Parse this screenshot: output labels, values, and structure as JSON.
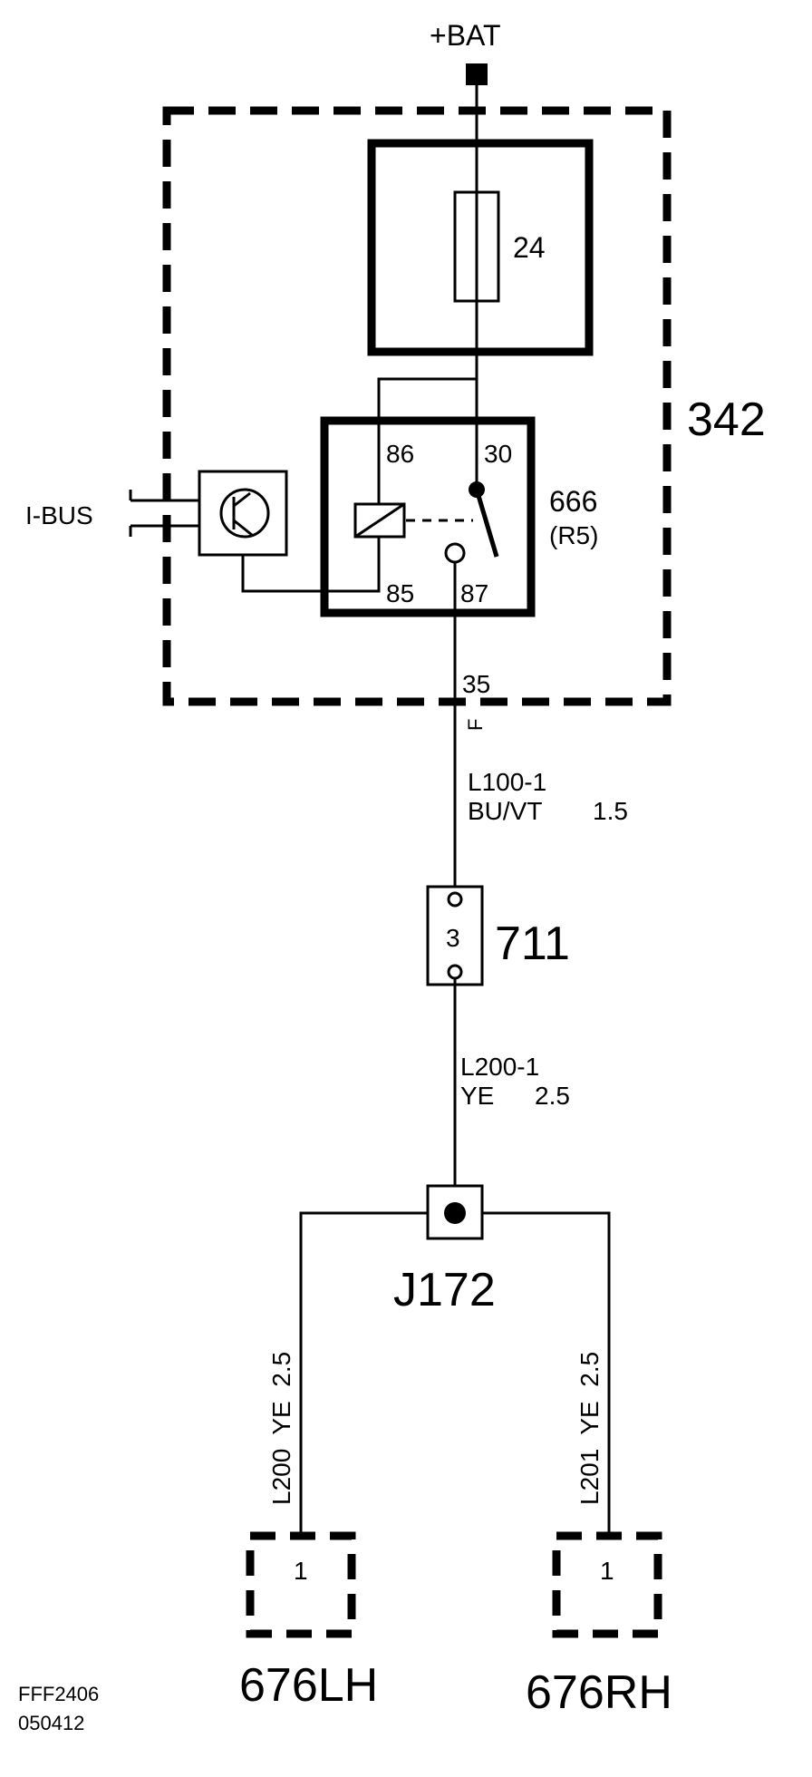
{
  "labels": {
    "bat": "+BAT",
    "fuse": "24",
    "module": "342",
    "i_bus": "I-BUS",
    "relay_id": "666",
    "relay_sub": "(R5)",
    "pin86": "86",
    "pin30": "30",
    "pin85": "85",
    "pin87": "87",
    "pin35": "35",
    "pin_f": "F",
    "wire1_id": "L100-1",
    "wire1_color": "BU/VT",
    "wire1_size": "1.5",
    "connector_pin": "3",
    "connector_id": "711",
    "wire2_id": "L200-1",
    "wire2_color": "YE",
    "wire2_size": "2.5",
    "junction": "J172",
    "wire_left": "L200  YE  2.5",
    "wire_right": "L201  YE  2.5",
    "left_pin": "1",
    "right_pin": "1",
    "left_comp": "676LH",
    "right_comp": "676RH",
    "doc_code": "FFF2406",
    "doc_date": "050412"
  },
  "colors": {
    "ink": "#000000",
    "paper": "#ffffff"
  }
}
